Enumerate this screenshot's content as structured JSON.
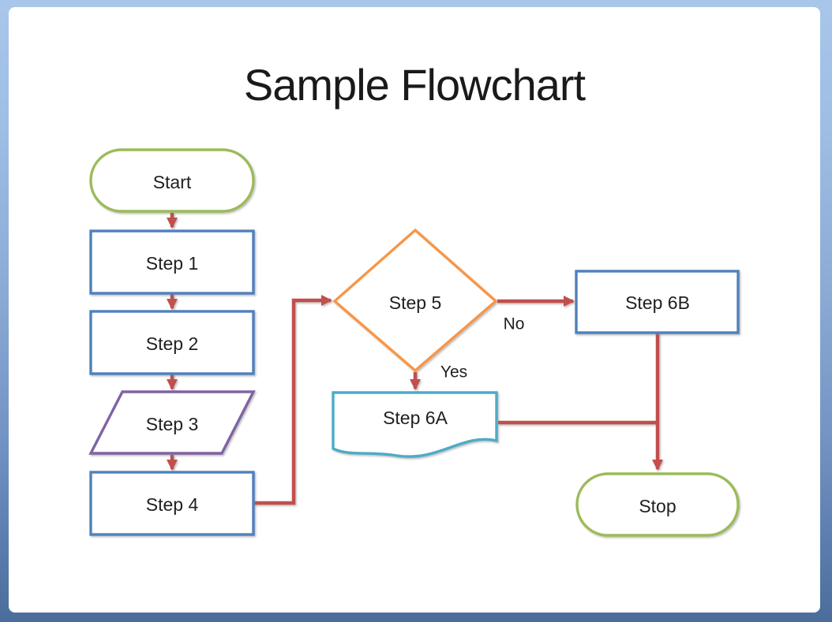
{
  "slide": {
    "title": "Sample Flowchart"
  },
  "colors": {
    "node_blue": "#4f81bd",
    "node_green": "#9bbb59",
    "node_purple": "#8064a2",
    "node_orange": "#f79646",
    "node_teal": "#4bacc6",
    "arrow_red": "#c0504d",
    "text": "#1f1f1f",
    "frame_top": "#a9c6ea",
    "frame_bottom": "#4a6d9b",
    "slide_bg": "#ffffff"
  },
  "nodes": {
    "start": {
      "label": "Start",
      "shape": "terminator"
    },
    "step1": {
      "label": "Step 1",
      "shape": "process"
    },
    "step2": {
      "label": "Step 2",
      "shape": "process"
    },
    "step3": {
      "label": "Step 3",
      "shape": "data"
    },
    "step4": {
      "label": "Step 4",
      "shape": "process"
    },
    "step5": {
      "label": "Step 5",
      "shape": "decision"
    },
    "step6a": {
      "label": "Step 6A",
      "shape": "document"
    },
    "step6b": {
      "label": "Step 6B",
      "shape": "process"
    },
    "stop": {
      "label": "Stop",
      "shape": "terminator"
    }
  },
  "edge_labels": {
    "no": "No",
    "yes": "Yes"
  }
}
